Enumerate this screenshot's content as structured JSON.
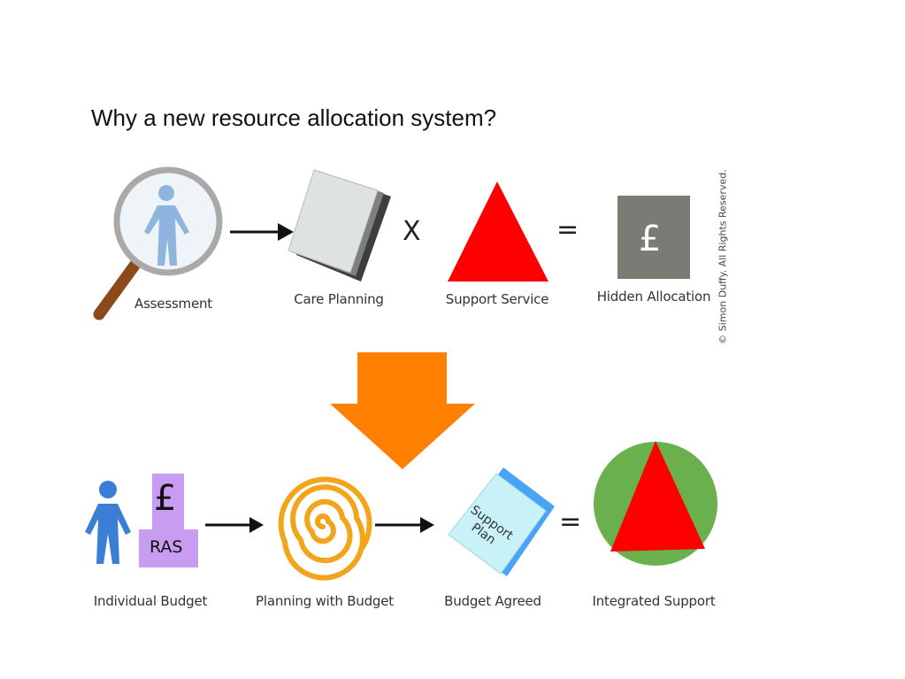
{
  "title": "Why a new resource allocation system?",
  "copyright": "© Simon Duffy. All Rights Reserved.",
  "top_row": {
    "assessment": "Assessment",
    "care_planning": "Care Planning",
    "times": "X",
    "support_service": "Support Service",
    "equals": "=",
    "hidden_allocation": "Hidden Allocation",
    "pound": "£"
  },
  "bottom_row": {
    "individual_budget": "Individual Budget",
    "pound": "£",
    "ras": "RAS",
    "planning_with_budget": "Planning with Budget",
    "budget_agreed": "Budget Agreed",
    "support_plan_line1": "Support",
    "support_plan_line2": "Plan",
    "equals": "=",
    "integrated_support": "Integrated Support"
  },
  "colors": {
    "red": "#ff0000",
    "orange": "#ff8000",
    "green": "#6ab04c",
    "purple": "#c89cf0",
    "gray_box": "#7b7b76",
    "person_blue": "#3a7fd5",
    "spiral": "#f2a51a",
    "plan_blue": "#4aa3f5",
    "plan_light": "#c8f2f7"
  }
}
